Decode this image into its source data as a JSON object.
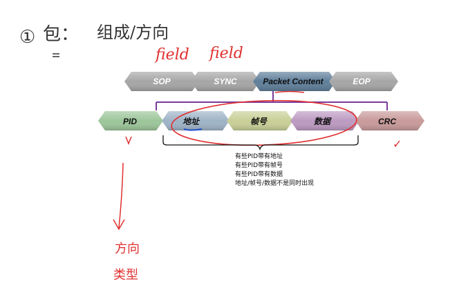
{
  "handwritten": {
    "heading_number": "①",
    "heading_text": "包：",
    "heading_tail": "组成/方向",
    "field_1": "field",
    "field_2": "field",
    "bottom_line_1": "方向",
    "bottom_line_2": "类型",
    "check_mark": "✓"
  },
  "top_row": [
    {
      "label": "SOP",
      "color": "#a6a6a6"
    },
    {
      "label": "SYNC",
      "color": "#a6a6a6"
    },
    {
      "label": "Packet Content",
      "color": "#5f7f9a"
    },
    {
      "label": "EOP",
      "color": "#a6a6a6"
    }
  ],
  "bottom_row": [
    {
      "label": "PID",
      "color": "#9cc69a"
    },
    {
      "label": "地址",
      "color": "#9fb4c7"
    },
    {
      "label": "帧号",
      "color": "#c9cf97"
    },
    {
      "label": "数据",
      "color": "#bd9ac2"
    },
    {
      "label": "CRC",
      "color": "#c99a9a"
    }
  ],
  "notes": [
    "有些PID带有地址",
    "有些PID带有帧号",
    "有些PID带有数据",
    "地址/帧号/数据不是同时出现"
  ],
  "colors": {
    "ink_red": "#e03030",
    "ink_blue": "#2050d0",
    "bracket_purple": "#7a3a9a"
  }
}
